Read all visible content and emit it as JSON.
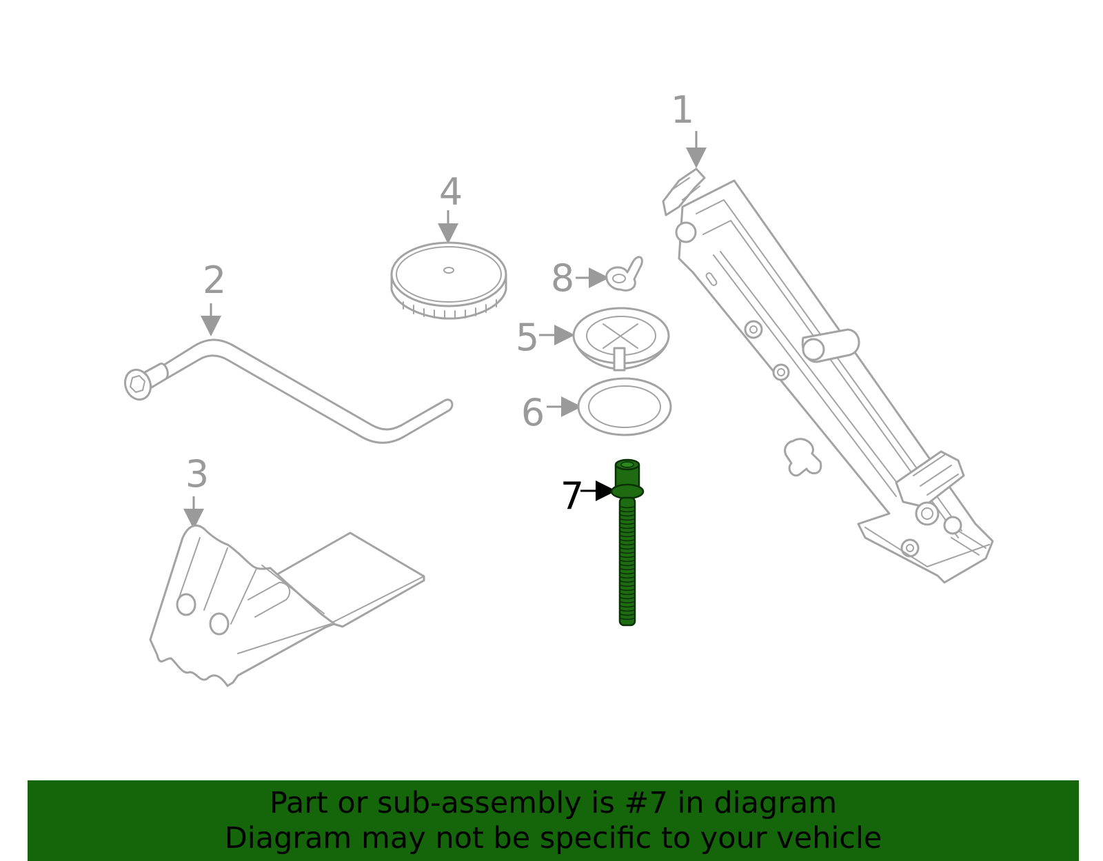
{
  "callouts": [
    {
      "id": "1",
      "label": "1"
    },
    {
      "id": "2",
      "label": "2"
    },
    {
      "id": "3",
      "label": "3"
    },
    {
      "id": "4",
      "label": "4"
    },
    {
      "id": "5",
      "label": "5"
    },
    {
      "id": "6",
      "label": "6"
    },
    {
      "id": "7",
      "label": "7"
    },
    {
      "id": "8",
      "label": "8"
    }
  ],
  "highlighted_part": "7",
  "colors": {
    "highlight_part": "#1e6b12",
    "banner_background": "#15650b",
    "line_art": "#a3a3a3"
  },
  "banner": {
    "line1": "Part or sub-assembly is #7 in diagram",
    "line2": "Diagram may not be specific to your vehicle"
  }
}
